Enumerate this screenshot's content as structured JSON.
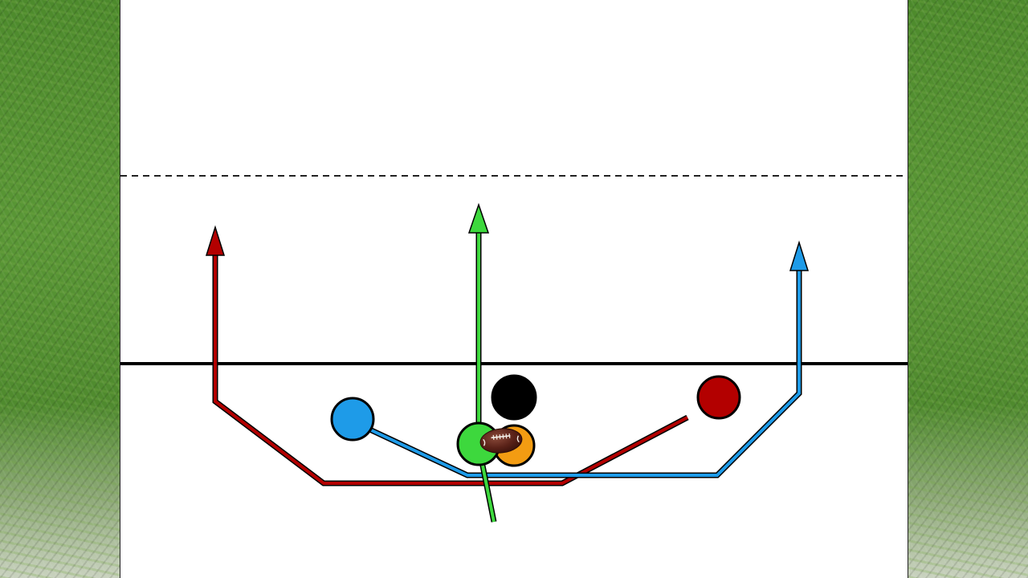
{
  "diagram": {
    "colors": {
      "red": "#b30000",
      "blue": "#1e9be8",
      "green": "#3dd83d",
      "orange": "#f39c12",
      "black": "#000000",
      "field": "#ffffff"
    },
    "players": [
      {
        "id": "blue-receiver",
        "color": "#1e9be8"
      },
      {
        "id": "green-receiver",
        "color": "#3dd83d"
      },
      {
        "id": "orange-player",
        "color": "#f39c12"
      },
      {
        "id": "black-player",
        "color": "#000000"
      },
      {
        "id": "red-receiver",
        "color": "#b30000"
      }
    ],
    "icons": {
      "ball": "football-icon"
    }
  }
}
